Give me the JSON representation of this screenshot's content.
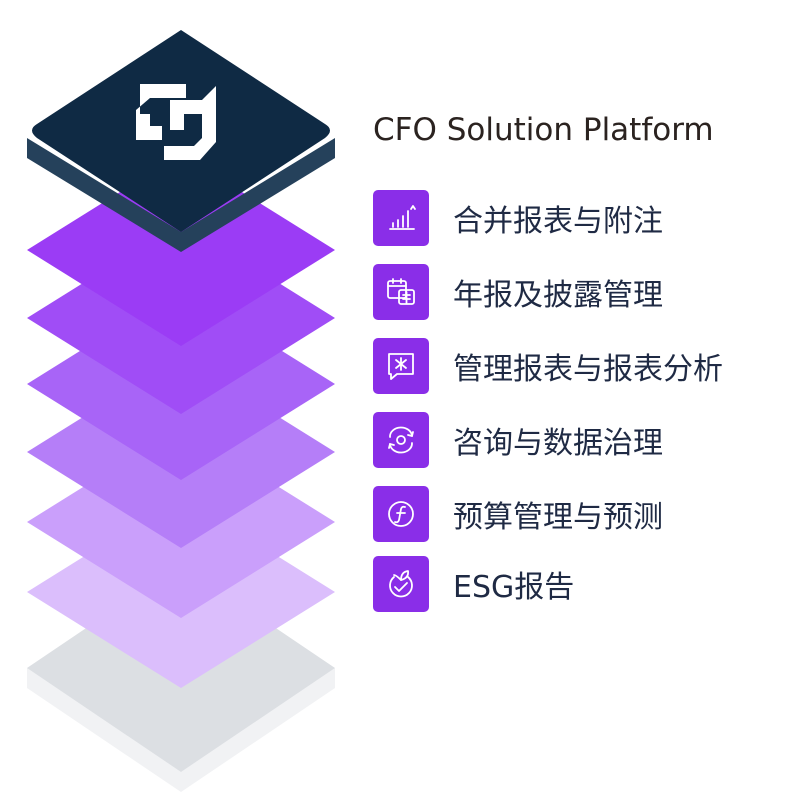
{
  "title": "CFO Solution Platform",
  "features": [
    {
      "label": "合并报表与附注",
      "icon": "growth-chart-icon"
    },
    {
      "label": "年报及披露管理",
      "icon": "calendar-icon"
    },
    {
      "label": "管理报表与报表分析",
      "icon": "insight-chat-icon"
    },
    {
      "label": "咨询与数据治理",
      "icon": "cycle-icon"
    },
    {
      "label": "预算管理与预测",
      "icon": "finance-function-icon"
    },
    {
      "label": "ESG报告",
      "icon": "leaf-check-icon"
    }
  ],
  "colors": {
    "accent": "#8a2ee8",
    "title_text": "#2b2320",
    "label_text": "#1f2a44",
    "top_layer": "#0f2a44",
    "base_layer": "#e1e3e7",
    "layer_shades": [
      "#9b3cf5",
      "#9f45f6",
      "#a95cf7",
      "#b877f8",
      "#c999fa",
      "#dbbefc"
    ]
  }
}
